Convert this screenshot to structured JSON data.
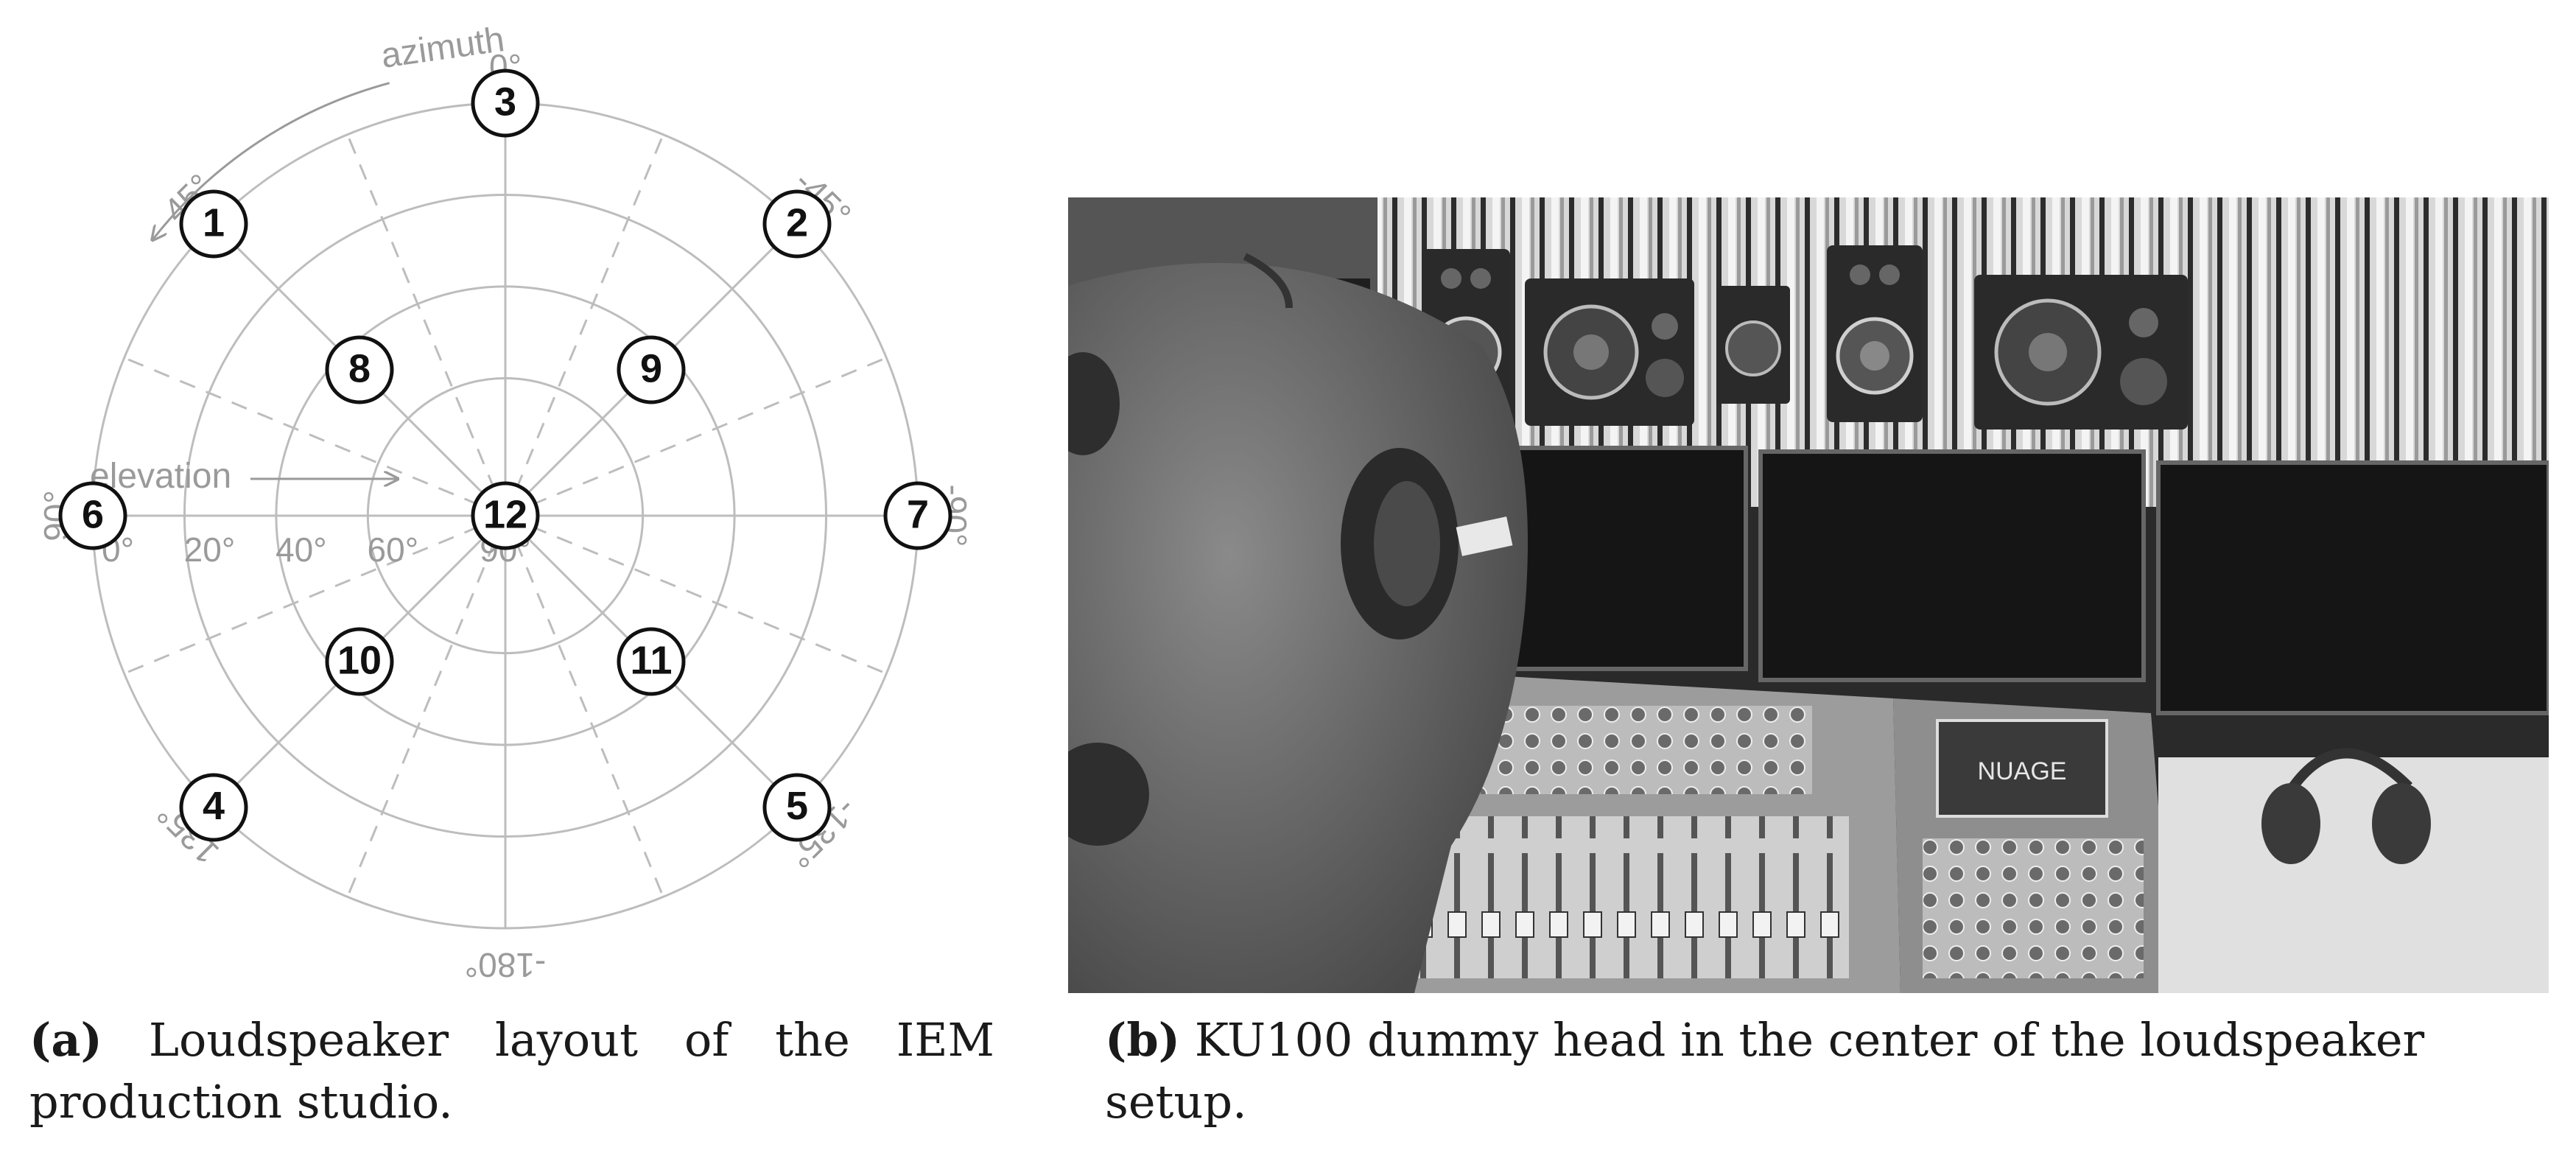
{
  "diagram": {
    "azimuth_label": "azimuth",
    "elevation_label": "elevation",
    "azimuth_ticks": [
      {
        "label": "0°",
        "deg": 0
      },
      {
        "label": "45°",
        "deg": 45
      },
      {
        "label": "-45°",
        "deg": -45
      },
      {
        "label": "90°",
        "deg": 90
      },
      {
        "label": "-90°",
        "deg": -90
      },
      {
        "label": "135°",
        "deg": 135
      },
      {
        "label": "-135°",
        "deg": -135
      },
      {
        "label": "-180°",
        "deg": 180
      }
    ],
    "elevation_ticks": [
      "0°",
      "20°",
      "40°",
      "60°",
      "90°"
    ],
    "speakers": [
      {
        "id": "1",
        "azimuth": 45,
        "elevation": 0
      },
      {
        "id": "2",
        "azimuth": -45,
        "elevation": 0
      },
      {
        "id": "3",
        "azimuth": 0,
        "elevation": 0
      },
      {
        "id": "4",
        "azimuth": 135,
        "elevation": 0
      },
      {
        "id": "5",
        "azimuth": -135,
        "elevation": 0
      },
      {
        "id": "6",
        "azimuth": 90,
        "elevation": 0
      },
      {
        "id": "7",
        "azimuth": -90,
        "elevation": 0
      },
      {
        "id": "8",
        "azimuth": 45,
        "elevation": 45
      },
      {
        "id": "9",
        "azimuth": -45,
        "elevation": 45
      },
      {
        "id": "10",
        "azimuth": 135,
        "elevation": 45
      },
      {
        "id": "11",
        "azimuth": -135,
        "elevation": 45
      },
      {
        "id": "12",
        "azimuth": 0,
        "elevation": 90
      }
    ],
    "colors": {
      "grid": "#bdbdbd",
      "text_gray": "#9a9a9a",
      "speaker": "#111111"
    }
  },
  "captions": {
    "a_tag": "(a)",
    "a_text": "Loudspeaker layout of the IEM production studio.",
    "b_tag": "(b)",
    "b_text": "KU100 dummy head in the center of the loudspeaker setup."
  },
  "photo": {
    "screen_text": "NUAGE"
  }
}
